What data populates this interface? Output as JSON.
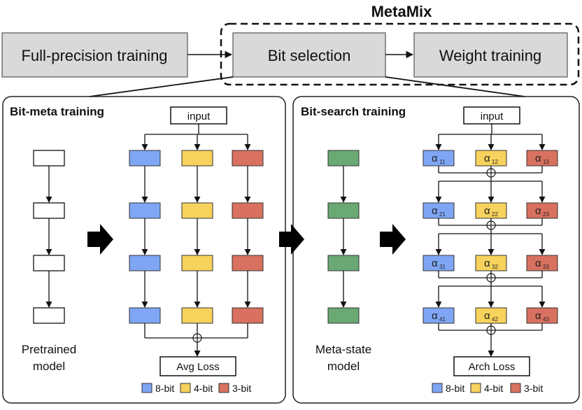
{
  "header": {
    "metamix_label": "MetaMix",
    "stages": [
      "Full-precision training",
      "Bit selection",
      "Weight training"
    ]
  },
  "left_panel": {
    "title": "Bit-meta training",
    "input_label": "input",
    "loss_label": "Avg Loss",
    "model_label_line1": "Pretrained",
    "model_label_line2": "model"
  },
  "right_panel": {
    "title": "Bit-search training",
    "input_label": "input",
    "loss_label": "Arch Loss",
    "model_label_line1": "Meta-state",
    "model_label_line2": "model",
    "alpha_symbol": "α",
    "alpha_subscripts": [
      [
        "11",
        "12",
        "13"
      ],
      [
        "21",
        "22",
        "23"
      ],
      [
        "31",
        "32",
        "33"
      ],
      [
        "41",
        "42",
        "43"
      ]
    ]
  },
  "legend": [
    {
      "label": "8-bit",
      "color": "#7ea6f4"
    },
    {
      "label": "4-bit",
      "color": "#f7d25c"
    },
    {
      "label": "3-bit",
      "color": "#d8715f"
    }
  ],
  "colors": {
    "stage_fill": "#d9d9d9",
    "meta_state": "#6aa874",
    "blue": "#7ea6f4",
    "yellow": "#f7d25c",
    "red": "#d8715f"
  }
}
